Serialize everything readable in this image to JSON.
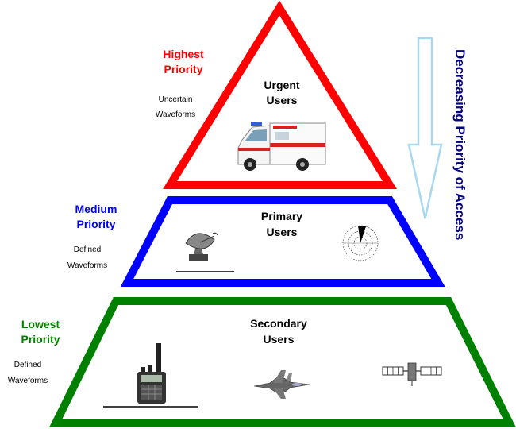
{
  "tiers": {
    "top": {
      "priority_line1": "Highest",
      "priority_line2": "Priority",
      "waveform_line1": "Uncertain",
      "waveform_line2": "Waveforms",
      "users_line1": "Urgent",
      "users_line2": "Users",
      "color": "#ff0000",
      "icons": [
        "ambulance-icon"
      ]
    },
    "middle": {
      "priority_line1": "Medium",
      "priority_line2": "Priority",
      "waveform_line1": "Defined",
      "waveform_line2": "Waveforms",
      "users_line1": "Primary",
      "users_line2": "Users",
      "color": "#0000ff",
      "icons": [
        "satellite-dish-icon",
        "radar-icon"
      ]
    },
    "bottom": {
      "priority_line1": "Lowest",
      "priority_line2": "Priority",
      "waveform_line1": "Defined",
      "waveform_line2": "Waveforms",
      "users_line1": "Secondary",
      "users_line2": "Users",
      "color": "#008000",
      "icons": [
        "radio-handset-icon",
        "fighter-jet-icon",
        "satellite-icon"
      ]
    }
  },
  "arrow": {
    "label": "Decreasing Priority of Access",
    "label_color": "#000080",
    "arrow_color": "#a8d8f0"
  }
}
